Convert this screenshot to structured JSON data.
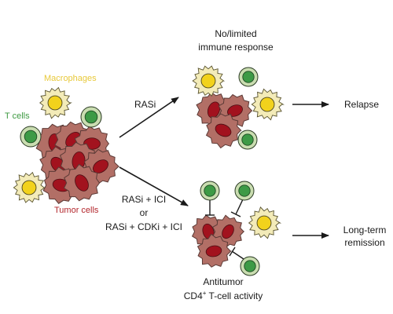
{
  "labels": {
    "macrophages": "Macrophages",
    "t_cells": "T cells",
    "tumor_cells": "Tumor cells",
    "top_branch_title_line1": "No/limited",
    "top_branch_title_line2": "immune response",
    "top_treatment": "RASi",
    "top_outcome": "Relapse",
    "bottom_treatment_line1": "RASi + ICI",
    "bottom_treatment_line2": "or",
    "bottom_treatment_line3": "RASi + CDKi + ICI",
    "bottom_outcome_line1": "Long-term",
    "bottom_outcome_line2": "remission",
    "bottom_caption_line1": "Antitumor",
    "bottom_caption_line2_main": "CD4",
    "bottom_caption_line2_sup": "+",
    "bottom_caption_line2_rest": " T-cell activity"
  },
  "colors": {
    "macrophage_label": "#e8c93a",
    "t_cell_label": "#3e9a42",
    "tumor_label": "#b3262c",
    "tumor_body": "#b26f66",
    "tumor_nucleus": "#a2121e",
    "t_cell_outer": "#c9ddb0",
    "t_cell_inner": "#3d9a46",
    "macrophage_outer": "#f3ebb8",
    "macrophage_inner": "#f2d21c",
    "text": "#1a1a1a"
  }
}
